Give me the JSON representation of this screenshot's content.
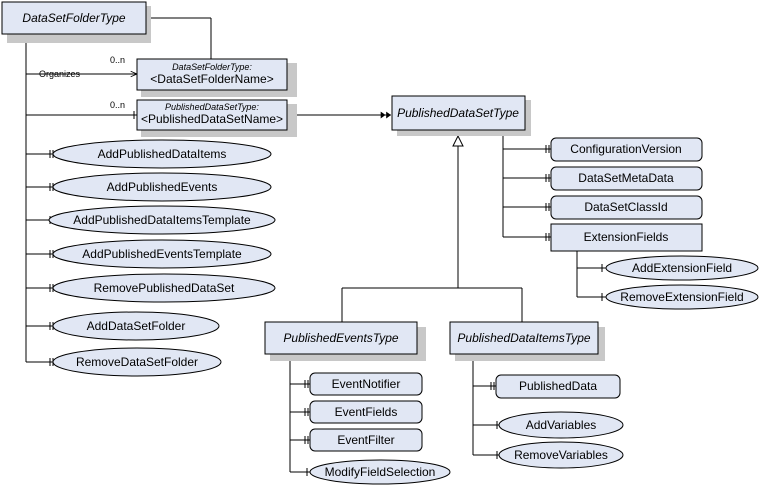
{
  "types": {
    "dataset_folder_type": "DataSetFolderType",
    "published_dataset_type": "PublishedDataSetType",
    "published_events_type": "PublishedEventsType",
    "published_data_items_type": "PublishedDataItemsType"
  },
  "folder_instance": {
    "type_label": "DataSetFolderType:",
    "name": "<DataSetFolderName>",
    "reference_label": "Organizes",
    "cardinality": "0..n"
  },
  "published_dataset_instance": {
    "type_label": "PublishedDataSetType:",
    "name": "<PublishedDataSetName>",
    "cardinality": "0..n"
  },
  "folder_methods": [
    "AddPublishedDataItems",
    "AddPublishedEvents",
    "AddPublishedDataItemsTemplate",
    "AddPublishedEventsTemplate",
    "RemovePublishedDataSet",
    "AddDataSetFolder",
    "RemoveDataSetFolder"
  ],
  "published_dataset_properties": [
    "ConfigurationVersion",
    "DataSetMetaData",
    "DataSetClassId"
  ],
  "extension_fields": {
    "label": "ExtensionFields",
    "methods": [
      "AddExtensionField",
      "RemoveExtensionField"
    ]
  },
  "events_properties": [
    "EventNotifier",
    "EventFields",
    "EventFilter"
  ],
  "events_methods": [
    "ModifyFieldSelection"
  ],
  "data_items_properties": [
    "PublishedData"
  ],
  "data_items_methods": [
    "AddVariables",
    "RemoveVariables"
  ],
  "colors": {
    "node_fill": "#e1e7f4",
    "shadow": "#c8c8c8",
    "line": "#000000"
  }
}
